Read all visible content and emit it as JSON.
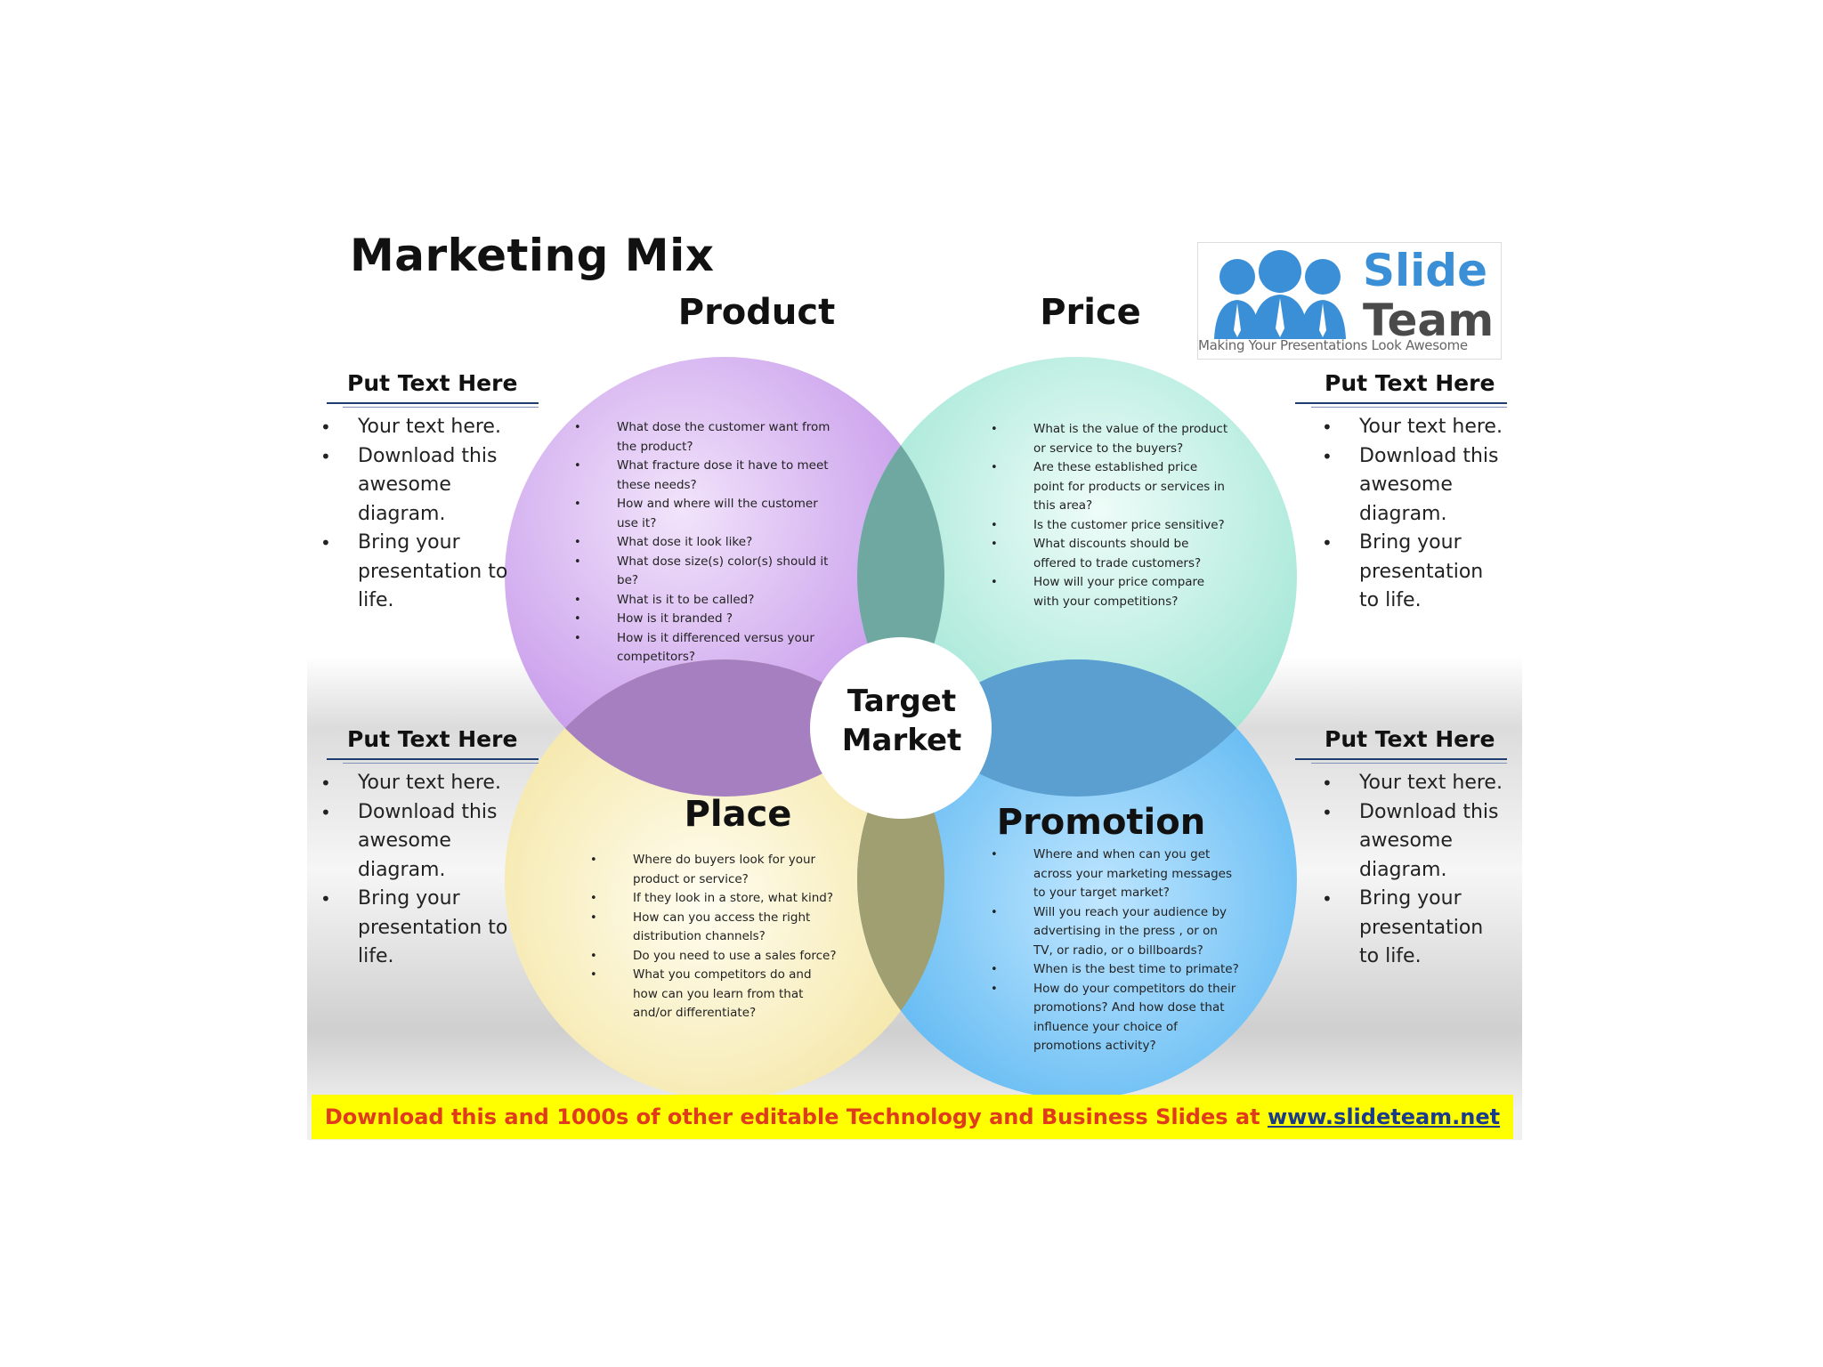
{
  "title": "Marketing Mix",
  "logo": {
    "brand_line1": "Slide",
    "brand_line2": "Team",
    "tagline": "Making Your Presentations Look Awesome"
  },
  "center": {
    "line1": "Target",
    "line2": "Market"
  },
  "product": {
    "heading": "Product",
    "items": [
      "What dose the customer want from the product?",
      "What fracture dose it have to meet these needs?",
      "How and where will the customer use it?",
      "What dose it look like?",
      "What dose size(s) color(s) should it be?",
      "What is it to be called?",
      "How is it branded ?",
      "How is it differenced versus your competitors?"
    ]
  },
  "price": {
    "heading": "Price",
    "items": [
      "What is the value of the product or service to the buyers?",
      "Are these established price point for products or services in this area?",
      "Is the customer price sensitive?",
      "What discounts should be offered to trade customers?",
      "How will your price compare with your competitions?"
    ]
  },
  "place": {
    "heading": "Place",
    "items": [
      "Where do buyers look for your product or service?",
      "If they look in a store, what kind?",
      "How can you access the right distribution channels?",
      "Do you need to use a sales force?",
      "What you competitors do and how can you learn from that and/or differentiate?"
    ]
  },
  "promotion": {
    "heading": "Promotion",
    "items": [
      "Where and when can you get across your marketing messages to your target market?",
      "Will you reach your audience by advertising in the press , or on TV, or radio, or o billboards?",
      "When is the best time to primate?",
      "How do your competitors do their promotions? And how dose that influence your choice of promotions activity?"
    ]
  },
  "side_boxes": {
    "top_left": {
      "title": "Put Text Here",
      "items": [
        "Your text here.",
        "Download this awesome diagram.",
        "Bring your presentation to life."
      ]
    },
    "top_right": {
      "title": "Put Text Here",
      "items": [
        "Your text here.",
        "Download this awesome diagram.",
        "Bring your presentation to life."
      ]
    },
    "bottom_left": {
      "title": "Put Text Here",
      "items": [
        "Your text here.",
        "Download this awesome diagram.",
        "Bring your presentation to life."
      ]
    },
    "bottom_right": {
      "title": "Put Text Here",
      "items": [
        "Your text here.",
        "Download this awesome diagram.",
        "Bring your presentation to life."
      ]
    }
  },
  "banner": {
    "text": "Download this and 1000s of other editable Technology and Business Slides at ",
    "link": "www.slideteam.net"
  },
  "colors": {
    "product": "#c69ce8",
    "price": "#9de6d6",
    "place": "#f5e6a0",
    "promotion": "#5cb6ef",
    "overlap_product_price": "#6ea8a0",
    "overlap_product_place": "#a57fc0",
    "overlap_price_promotion": "#5a9fd0",
    "overlap_place_promotion": "#9f9f72",
    "banner_bg": "#ffff00",
    "banner_text": "#e03b1a",
    "link": "#1a3a8a"
  }
}
